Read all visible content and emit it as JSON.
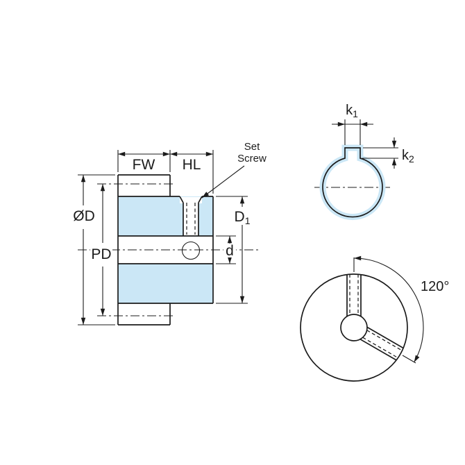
{
  "diagram": {
    "colors": {
      "highlight": "#cbe7f6",
      "line": "#1b1b1b"
    },
    "side_view": {
      "fw": "FW",
      "hl": "HL",
      "set_screw_line1": "Set",
      "set_screw_line2": "Screw",
      "outer_diameter": "ØD",
      "pitch_diameter": "PD",
      "hub_diameter_base": "D",
      "hub_diameter_sub": "1",
      "bore": "d"
    },
    "keyway_view": {
      "k1_base": "k",
      "k1_sub": "1",
      "k2_base": "k",
      "k2_sub": "2"
    },
    "end_view": {
      "angle": "120°"
    }
  }
}
